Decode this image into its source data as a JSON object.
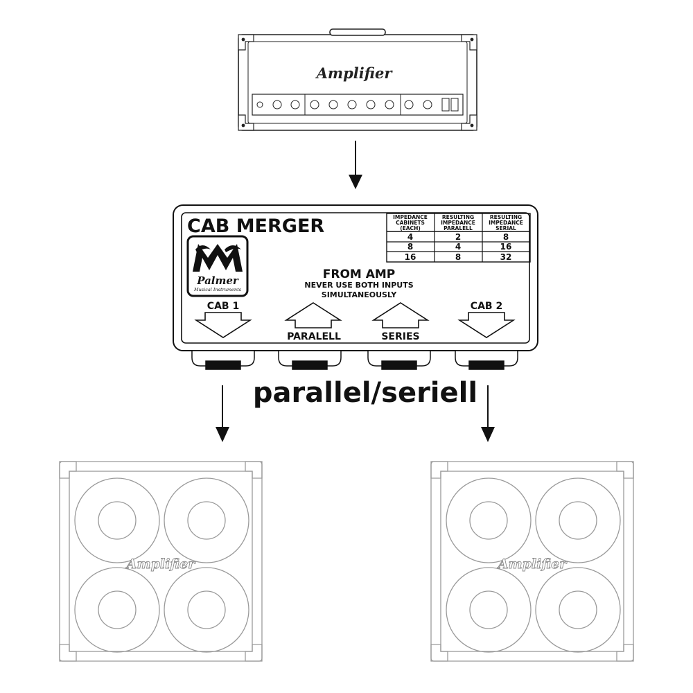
{
  "amplifier_head": {
    "brand": "Amplifier"
  },
  "cab_merger": {
    "title": "CAB MERGER",
    "logo": {
      "brand": "Palmer",
      "tagline": "Musical Instruments"
    },
    "table": {
      "headers": [
        [
          "IMPEDANCE",
          "CABINETS",
          "(EACH)"
        ],
        [
          "RESULTING",
          "IMPEDANCE",
          "PARALELL"
        ],
        [
          "RESULTING",
          "IMPEDANCE",
          "SERIAL"
        ]
      ],
      "rows": [
        [
          "4",
          "2",
          "8"
        ],
        [
          "8",
          "4",
          "16"
        ],
        [
          "16",
          "8",
          "32"
        ]
      ]
    },
    "from_amp": "FROM AMP",
    "warning_line1": "NEVER USE BOTH INPUTS",
    "warning_line2": "SIMULTANEOUSLY",
    "cab1_label": "CAB 1",
    "cab2_label": "CAB 2",
    "paralell_label": "PARALELL",
    "series_label": "SERIES"
  },
  "caption": "parallel/seriell",
  "cabinet_left": {
    "brand": "Amplifier"
  },
  "cabinet_right": {
    "brand": "Amplifier"
  }
}
